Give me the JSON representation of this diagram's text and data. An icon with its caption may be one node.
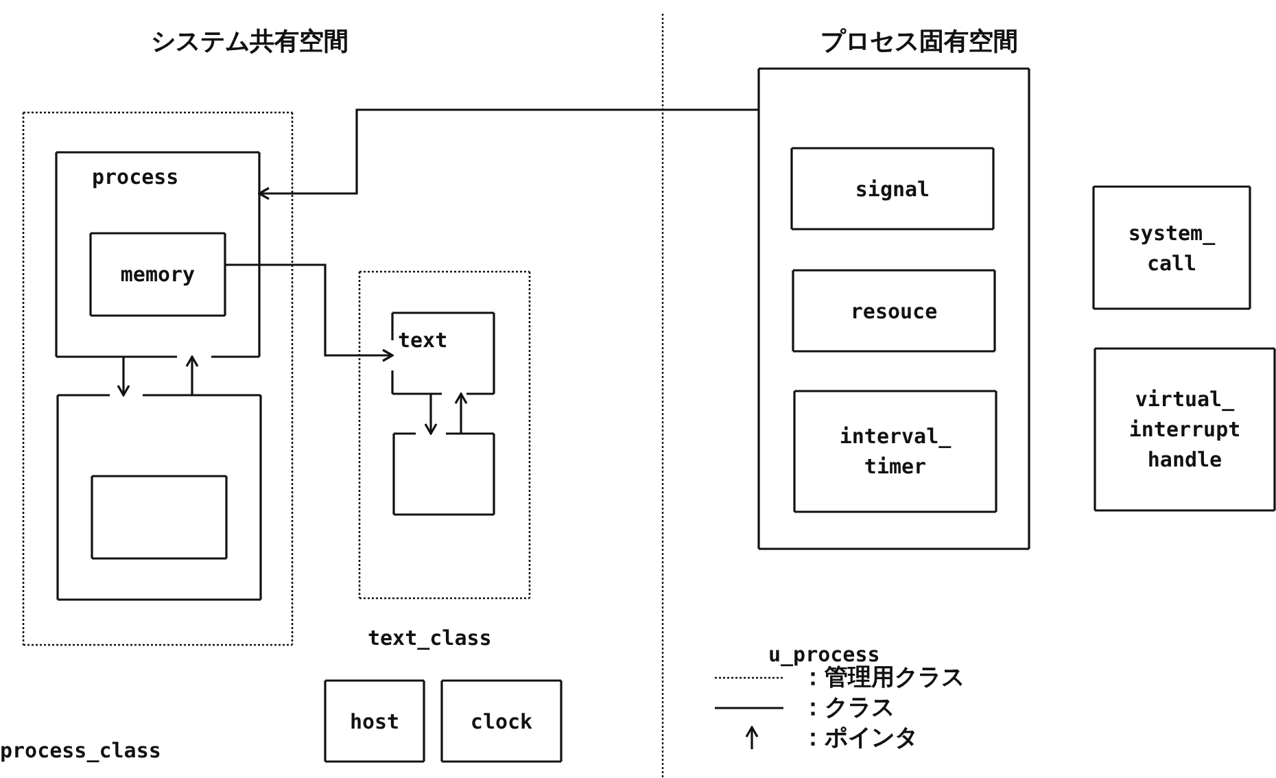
{
  "diagram": {
    "nodes": [
      {
        "text": [
          "process_class"
        ]
      },
      {
        "text": [
          "process"
        ],
        "in": 0
      },
      {
        "text": [
          "memory"
        ],
        "in": 1
      },
      {
        "text": [],
        "shape": "box",
        "in": 0
      },
      {
        "text": [],
        "shape": "box",
        "in": 3
      },
      {
        "text": [
          "text_class"
        ]
      },
      {
        "text": [
          "text"
        ],
        "in": 5
      },
      {
        "text": [],
        "shape": "box",
        "in": 5
      },
      {
        "text": [
          "host"
        ]
      },
      {
        "text": [
          "clock"
        ]
      },
      {
        "text": [
          "u_process"
        ]
      },
      {
        "text": [
          "signal"
        ],
        "in": 10
      },
      {
        "text": [
          "resouce"
        ],
        "in": 10
      },
      {
        "text": [
          "interval_ timer"
        ],
        "in": 10
      },
      {
        "text": [
          "system_ call"
        ]
      },
      {
        "text": [
          "virtual_ interrupt handle"
        ]
      }
    ],
    "edges": [
      {
        "from": 10,
        "to": 1,
        "arrow": "to"
      },
      {
        "from": 2,
        "to": 6,
        "arrow": "to"
      },
      {
        "from": 3,
        "to": 1,
        "arrow": "to"
      },
      {
        "from": 1,
        "to": 3,
        "arrow": "to"
      },
      {
        "from": 7,
        "to": 6,
        "arrow": "to"
      },
      {
        "from": 6,
        "to": 7,
        "arrow": "to"
      }
    ],
    "labels": [
      "システム共有空間",
      "プロセス固有空間"
    ],
    "legend": [
      {
        "text": "：管理用クラス"
      },
      {
        "text": "：クラス"
      },
      {
        "text": "：ポインタ"
      }
    ]
  }
}
